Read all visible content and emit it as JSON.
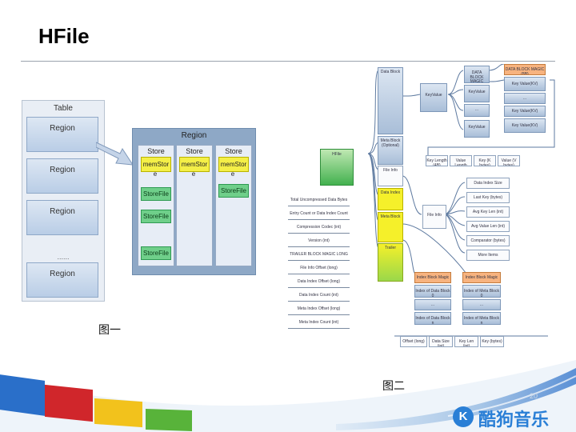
{
  "title": "HFile",
  "figure1": {
    "caption": "图一",
    "table_label": "Table",
    "table_regions": [
      "Region",
      "Region",
      "Region",
      "Region"
    ],
    "ellipsis": "......",
    "region_label": "Region",
    "stores": [
      {
        "label": "Store",
        "memstore": "memStor",
        "memstore_tail": "e",
        "storefiles": [
          "StoreFile",
          "StoreFile",
          "StoreFile"
        ]
      },
      {
        "label": "Store",
        "memstore": "memStor",
        "memstore_tail": "e",
        "storefiles": []
      },
      {
        "label": "Store",
        "memstore": "memStor",
        "memstore_tail": "e",
        "storefiles": [
          "StoreFile"
        ]
      }
    ]
  },
  "figure2": {
    "caption": "图二",
    "hfile_label": "HFile",
    "trailer_fields": [
      "Total Uncompressed Data Bytes (long)",
      "Entry Count or Data Index Count (int)",
      "Compression Codec (int)",
      "Version (int)",
      "TRAILER BLOCK MAGIC LONG",
      "File Info Offset (long)",
      "Data Index Offset (long)",
      "Data Index Count (int)",
      "Meta Index Offset (long)",
      "Meta Index Count (int)"
    ],
    "sections": [
      "Data Block",
      "Meta Block (Optional)",
      "File Info",
      "Data Index",
      "Meta Block",
      "Trailer"
    ],
    "data_block_children": [
      "DATA BLOCK MAGIC",
      "KeyValue",
      "...",
      "KeyValue"
    ],
    "block_magic": "DATA BLOCK MAGIC (8B)",
    "kv_items": [
      "Key Value(KV)",
      "...",
      "Key Value(KV)"
    ],
    "kv_fields": [
      "Key Length (4B)",
      "Value Length (4B)",
      "Key (K bytes)",
      "Value (V bytes)"
    ],
    "file_info_items": [
      "Data Index Size",
      "Last Key (bytes)",
      "Avg Key Len (int)",
      "Avg Value Len (int)",
      "Comparator (bytes)",
      "More Items"
    ],
    "index_magic": "Index Block Magic",
    "index_entries": [
      "Index of Data Block 0",
      "...",
      "Index of Data Block n"
    ],
    "meta_index_entries": [
      "Index of Meta Block 0",
      "...",
      "Index of Meta Block n"
    ],
    "index_fields": [
      "Offset (long)",
      "Data Size (int)",
      "Key Len (int)",
      "Key (bytes)"
    ]
  },
  "footer": {
    "brand": "酷狗音乐",
    "logo_letter": "K",
    "page_number": "20",
    "band_colors": [
      "#2a6fc9",
      "#d0262b",
      "#f2c21c",
      "#58b33a"
    ]
  }
}
